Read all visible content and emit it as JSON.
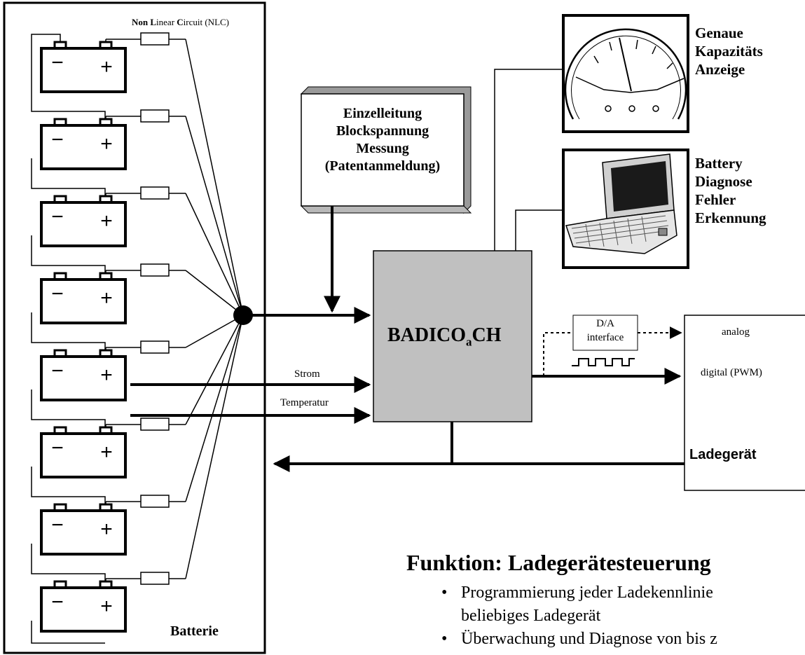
{
  "nlc_label": {
    "part1_bold": "Non ",
    "part2_bold": "L",
    "part3": "inear ",
    "part4_bold": "C",
    "part5": "ircuit (NLC)"
  },
  "battery_label": "Batterie",
  "battery_terminal_minus": "−",
  "battery_terminal_plus": "+",
  "measurement_box": {
    "line1": "Einzelleitung",
    "line2": "Blockspannung",
    "line3": "Messung",
    "line4": "(Patentanmeldung)"
  },
  "controller": {
    "name_main": "BADICO",
    "name_sub": "a",
    "name_end": "CH"
  },
  "gauge_label": {
    "line1": "Genaue",
    "line2": "Kapazitäts",
    "line3": "Anzeige"
  },
  "laptop_label": {
    "line1": "Battery",
    "line2": "Diagnose",
    "line3": "Fehler",
    "line4": "Erkennung"
  },
  "da_interface": {
    "line1": "D/A",
    "line2": "interface"
  },
  "signal_labels": {
    "strom": "Strom",
    "temperatur": "Temperatur"
  },
  "charger": {
    "analog": "analog",
    "digital": "digital (PWM)",
    "name": "Ladegerät"
  },
  "heading": "Funktion: Ladegerätesteuerung",
  "bullets": [
    {
      "line1": "Programmierung jeder Ladekennlinie",
      "line2": "beliebiges Ladegerät"
    },
    {
      "line1": "Überwachung und Diagnose von bis z"
    }
  ],
  "colors": {
    "controller_fill": "#c0c0c0",
    "box_shadow": "#9a9a9a",
    "line": "#000000"
  }
}
